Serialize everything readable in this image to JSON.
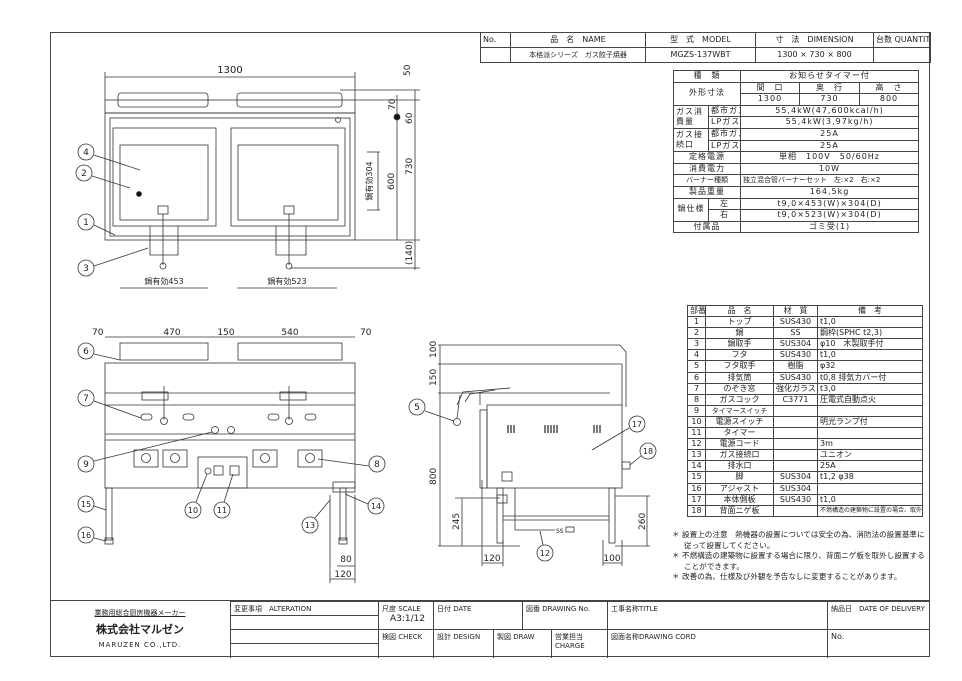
{
  "title_block": {
    "headers": {
      "no": "No.",
      "name": "品　名　NAME",
      "model": "型　式　MODEL",
      "dimension": "寸　法　DIMENSION",
      "quantity": "台数 QUANTITY"
    },
    "values": {
      "no": "",
      "name": "本格派シリーズ　ガス餃子焼器",
      "model": "MGZS-137WBT",
      "dimension": "1300 × 730 × 800",
      "quantity": ""
    }
  },
  "spec": {
    "type_label": "種　類",
    "type_value": "お知らせタイマー付",
    "outer_label": "外形寸法",
    "width_label": "間　口",
    "depth_label": "奥　行",
    "height_label": "高　さ",
    "width": "1300",
    "depth": "730",
    "height": "800",
    "gas_consumption_label": "ガス消費量",
    "city_gas": "都市ガス",
    "lp_gas": "LPガス",
    "consumption_city": "55,4kW(47,600kcal/h)",
    "consumption_lp": "55,4kW(3,97kg/h)",
    "gas_connection_label": "ガス接続口",
    "connection_city": "25A",
    "connection_lp": "25A",
    "power_label": "定格電源",
    "power": "単相　100V　50/60Hz",
    "consumption_label": "消費電力",
    "consumption": "10W",
    "burner_label": "バーナー種類",
    "burner": "独立混合管バーナーセット　左:×2　右:×2",
    "weight_label": "製品重量",
    "weight": "164,5kg",
    "pan_label": "鍋仕様",
    "left": "左",
    "right": "右",
    "pan_left": "t9,0×453(W)×304(D)",
    "pan_right": "t9,0×523(W)×304(D)",
    "accessory_label": "付属品",
    "accessory": "ゴミ受(1)"
  },
  "parts": {
    "headers": [
      "部番",
      "品　名",
      "材　質",
      "備　考"
    ],
    "rows": [
      [
        "1",
        "トップ",
        "SUS430",
        "t1,0"
      ],
      [
        "2",
        "鍋",
        "SS",
        "鋼枠(SPHC t2,3)"
      ],
      [
        "3",
        "鍋取手",
        "SUS304",
        "φ10　木製取手付"
      ],
      [
        "4",
        "フタ",
        "SUS430",
        "t1,0"
      ],
      [
        "5",
        "フタ取手",
        "樹脂",
        "φ32"
      ],
      [
        "6",
        "排気筒",
        "SUS430",
        "t0,8 排気カバー付"
      ],
      [
        "7",
        "のぞき窓",
        "強化ガラス",
        "t3,0"
      ],
      [
        "8",
        "ガスコック",
        "C3771",
        "圧電式自動点火"
      ],
      [
        "9",
        "タイマースイッチ",
        "",
        ""
      ],
      [
        "10",
        "電源スイッチ",
        "",
        "明光ランプ付"
      ],
      [
        "11",
        "タイマー",
        "",
        ""
      ],
      [
        "12",
        "電源コード",
        "",
        "3m"
      ],
      [
        "13",
        "ガス接続口",
        "",
        "ユニオン"
      ],
      [
        "14",
        "排水口",
        "",
        "25A"
      ],
      [
        "15",
        "脚",
        "SUS304",
        "t1,2 φ38"
      ],
      [
        "16",
        "アジャスト",
        "SUS304",
        ""
      ],
      [
        "17",
        "本体側板",
        "SUS430",
        "t1,0"
      ],
      [
        "18",
        "背面ニゲ板",
        "",
        "不燃構造の建築物に設置の場合、取外し可"
      ]
    ]
  },
  "notes": [
    "＊ 設置上の注意　熱機器の設置については安全の為、消防法の設置基準に従って設置してください。",
    "＊ 不燃構造の建築物に設置する場合に限り、背面ニゲ板を取外し設置することができます。",
    "＊ 改善の為、仕様及び外観を予告なしに変更することがあります。"
  ],
  "footer": {
    "maker": "業務用総合厨房機器メーカー",
    "company": "株式会社マルゼン",
    "company_en": "MARUZEN CO.,LTD.",
    "alteration": "変更事項　ALTERATION",
    "scale_label": "尺度 SCALE",
    "scale_value": "A3:1/12",
    "date": "日付 DATE",
    "drawing_no": "図番 DRAWING No.",
    "title": "工事名称TITLE",
    "delivery": "納品日　DATE OF DELIVERY",
    "check": "検図 CHECK",
    "design": "設計 DESIGN",
    "draw": "製図 DRAW",
    "charge": "営業担当CHARGE",
    "drawing_cord": "図面名称DRAWING CORD",
    "no": "No."
  },
  "dims": {
    "top_width": "1300",
    "top_50": "50",
    "top_70": "70",
    "top_60": "60",
    "top_600": "600",
    "top_730": "730",
    "top_140": "(140)",
    "pan_depth": "鍋有効304",
    "pan_left": "鍋有効453",
    "pan_right": "鍋有効523",
    "f70a": "70",
    "f470": "470",
    "f150": "150",
    "f540": "540",
    "f70b": "70",
    "f80": "80",
    "f120": "120",
    "s100": "100",
    "s150": "150",
    "s800": "800",
    "s245": "245",
    "s260": "260",
    "s120": "120",
    "s100b": "100"
  },
  "balloons": {
    "b1": "1",
    "b2": "2",
    "b3": "3",
    "b4": "4",
    "b5": "5",
    "b6": "6",
    "b7": "7",
    "b8": "8",
    "b9": "9",
    "b10": "10",
    "b11": "11",
    "b12": "12",
    "b13": "13",
    "b14": "14",
    "b15": "15",
    "b16": "16",
    "b17": "17",
    "b18": "18"
  }
}
